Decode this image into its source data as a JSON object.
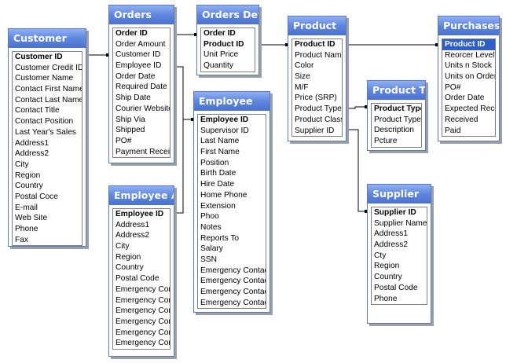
{
  "tables": {
    "customer": {
      "title": "Customer",
      "fields": [
        "Customer ID",
        "Customer Credit ID",
        "Customer Name",
        "Contact First Name",
        "Contact Last Name",
        "Contact Title",
        "Contact Position",
        "Last Year's Sales",
        "Address1",
        "Address2",
        "City",
        "Region",
        "Country",
        "Postal Coce",
        "E-mail",
        "Web Site",
        "Phone",
        "Fax"
      ],
      "key_fields": [
        0
      ]
    },
    "orders": {
      "title": "Orders",
      "fields": [
        "Order ID",
        "Order Amount",
        "Customer ID",
        "Employee ID",
        "Order Date",
        "Required Date",
        "Ship Date",
        "Courier Website",
        "Ship Via",
        "Shipped",
        "PO#",
        "Payment Received"
      ],
      "key_fields": [
        0
      ]
    },
    "orders_detail": {
      "title": "Orders Detail",
      "fields": [
        "Order ID",
        "Product ID",
        "Unit Price",
        "Quantity"
      ],
      "key_fields": [
        0,
        1
      ]
    },
    "product": {
      "title": "Product",
      "fields": [
        "Product ID",
        "Product Name",
        "Color",
        "Size",
        "M/F",
        "Price (SRP)",
        "Product Type ID",
        "Product Class",
        "Supplier ID"
      ],
      "key_fields": [
        0
      ]
    },
    "purchases": {
      "title": "Purchases",
      "fields": [
        "Product ID",
        "Reorcer Level",
        "Units n Stock",
        "Units on Order",
        "PO#",
        "Order Date",
        "Expected Receivir",
        "Received",
        "Paid"
      ],
      "key_fields": [
        0
      ],
      "selected_field": 0
    },
    "product_type": {
      "title": "Product T...",
      "fields": [
        "Product Type ID",
        "Product Type Nar",
        "Description",
        "Pcture"
      ],
      "key_fields": [
        0
      ]
    },
    "employee": {
      "title": "Employee",
      "fields": [
        "Employee ID",
        "Supervisor ID",
        "Last Name",
        "First Name",
        "Position",
        "Birth Date",
        "Hire Date",
        "Home Phone",
        "Extension",
        "Phoo",
        "Notes",
        "Reports To",
        "Salary",
        "SSN",
        "Emergency Contact Fir",
        "Emergency Contact La",
        "Emergency Contact Re",
        "Emergency Contact Ph"
      ],
      "key_fields": [
        0
      ]
    },
    "employee_addresses": {
      "title": "Employee A...",
      "fields": [
        "Employee ID",
        "Address1",
        "Address2",
        "City",
        "Region",
        "Country",
        "Postal Code",
        "Emergency Contac",
        "Emergency Contac",
        "Emergency Contac",
        "Emergency Contac",
        "Emergency Contac",
        "Emergency Contac"
      ],
      "key_fields": [
        0
      ]
    },
    "supplier": {
      "title": "Supplier",
      "fields": [
        "Supplier ID",
        "Supplier Name",
        "Address1",
        "Address2",
        "Cty",
        "Region",
        "Country",
        "Postal Code",
        "Phone"
      ],
      "key_fields": [
        0
      ]
    }
  },
  "colors": {
    "title_bar": "#5f86de",
    "border": "#5a78c8",
    "selected": "#2e5fc8"
  }
}
